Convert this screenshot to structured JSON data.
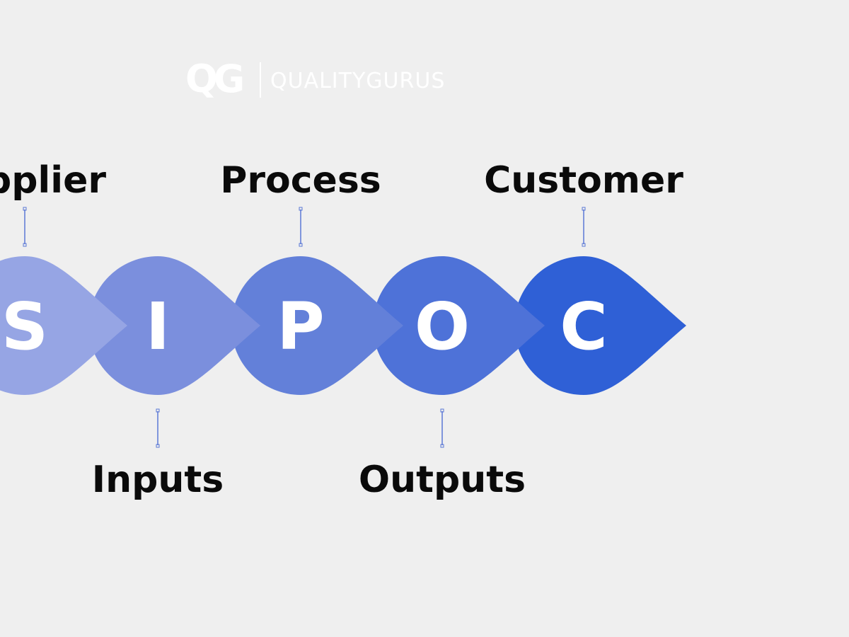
{
  "logo": {
    "mark": "QG",
    "name": "QUALITYGURUS"
  },
  "steps": [
    {
      "letter": "S",
      "label": "Supplier",
      "color": "#96a5e4",
      "label_pos": "top"
    },
    {
      "letter": "I",
      "label": "Inputs",
      "color": "#7b8fdd",
      "label_pos": "bottom"
    },
    {
      "letter": "P",
      "label": "Process",
      "color": "#6380d9",
      "label_pos": "top"
    },
    {
      "letter": "O",
      "label": "Outputs",
      "color": "#4e72d8",
      "label_pos": "bottom"
    },
    {
      "letter": "C",
      "label": "Customer",
      "color": "#2f60d6",
      "label_pos": "top"
    }
  ],
  "connector_color": "#5b78d6"
}
